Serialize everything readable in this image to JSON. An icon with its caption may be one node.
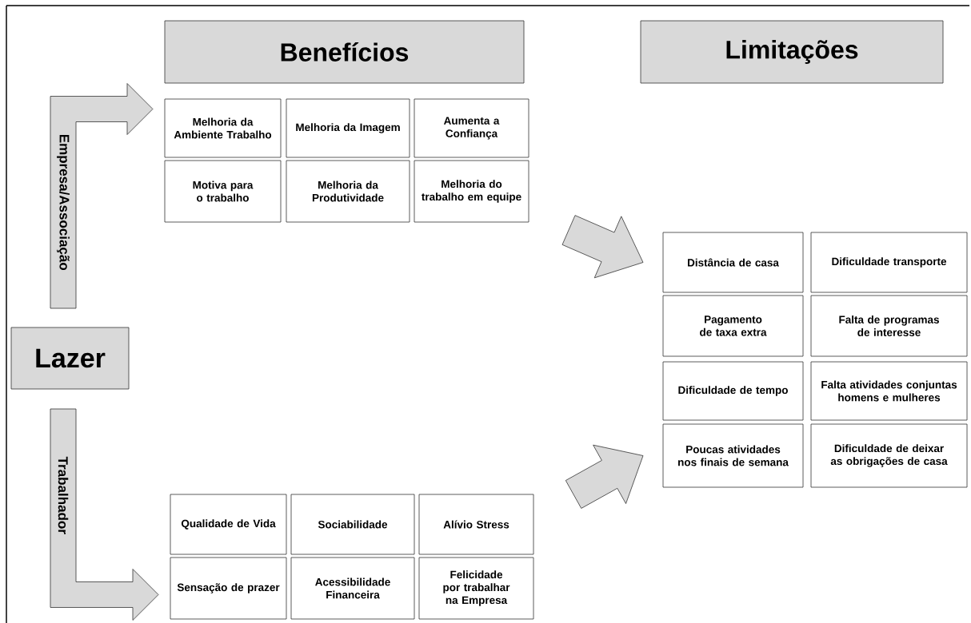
{
  "diagram": {
    "nodes": [
      {
        "text": [
          "Lazer"
        ]
      },
      {
        "text": [
          "Benefícios"
        ]
      },
      {
        "text": [
          "Limitações"
        ]
      },
      {
        "text": [
          "Melhoria da Ambiente Trabalho"
        ]
      },
      {
        "text": [
          "Melhoria da Imagem"
        ]
      },
      {
        "text": [
          "Aumenta a Confiança"
        ]
      },
      {
        "text": [
          "Motiva para o trabalho"
        ]
      },
      {
        "text": [
          "Melhoria da Produtividade"
        ]
      },
      {
        "text": [
          "Melhoria do trabalho em equipe"
        ]
      },
      {
        "text": [
          "Qualidade de Vida"
        ]
      },
      {
        "text": [
          "Sociabilidade"
        ]
      },
      {
        "text": [
          "Alívio Stress"
        ]
      },
      {
        "text": [
          "Sensação de prazer"
        ]
      },
      {
        "text": [
          "Acessibilidade Financeira"
        ]
      },
      {
        "text": [
          "Felicidade por trabalhar na Empresa"
        ]
      },
      {
        "text": [
          "Distância de casa"
        ]
      },
      {
        "text": [
          "Dificuldade transporte"
        ]
      },
      {
        "text": [
          "Pagamento de taxa extra"
        ]
      },
      {
        "text": [
          "Falta de programas de interesse"
        ]
      },
      {
        "text": [
          "Dificuldade de tempo"
        ]
      },
      {
        "text": [
          "Falta atividades conjuntas homens e mulheres"
        ]
      },
      {
        "text": [
          "Poucas atividades nos finais de semana"
        ]
      },
      {
        "text": [
          "Dificuldade de deixar as obrigações de casa"
        ]
      }
    ],
    "edges": [
      {
        "from": 0,
        "to": 3,
        "arrow": "to",
        "label": "Empresa/Associação"
      },
      {
        "from": 0,
        "to": 12,
        "arrow": "to",
        "label": "Trabalhador"
      },
      {
        "from": 8,
        "to": 15,
        "arrow": "to"
      },
      {
        "from": 11,
        "to": 21,
        "arrow": "to"
      }
    ]
  }
}
